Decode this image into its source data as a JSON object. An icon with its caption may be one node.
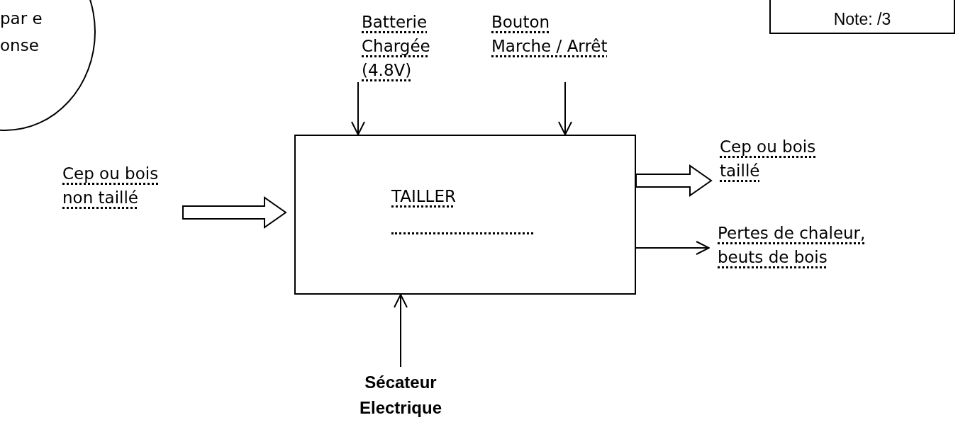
{
  "diagram": {
    "nodes": [
      {
        "text": [
          "par e onse"
        ]
      },
      {
        "text": [
          "Batterie Chargée (4.8V)"
        ]
      },
      {
        "text": [
          "Bouton Marche / Arrêt"
        ]
      },
      {
        "text": [
          "Note: /3"
        ]
      },
      {
        "text": [
          "Cep ou bois non taillé"
        ]
      },
      {
        "text": [
          "TAILLER"
        ]
      },
      {
        "text": [
          "Cep ou bois taillé"
        ]
      },
      {
        "text": [
          "Pertes de chaleur, beuts de bois"
        ]
      },
      {
        "text": [
          "Sécateur Electrique"
        ]
      }
    ],
    "edges": [
      {
        "from": 1,
        "to": 5,
        "arrow": "to"
      },
      {
        "from": 2,
        "to": 5,
        "arrow": "to"
      },
      {
        "from": 4,
        "to": 5,
        "arrow": "to",
        "style": "thick"
      },
      {
        "from": 5,
        "to": 6,
        "arrow": "to",
        "style": "thick"
      },
      {
        "from": 5,
        "to": 7,
        "arrow": "to"
      },
      {
        "from": 8,
        "to": 5,
        "arrow": "to"
      }
    ]
  }
}
